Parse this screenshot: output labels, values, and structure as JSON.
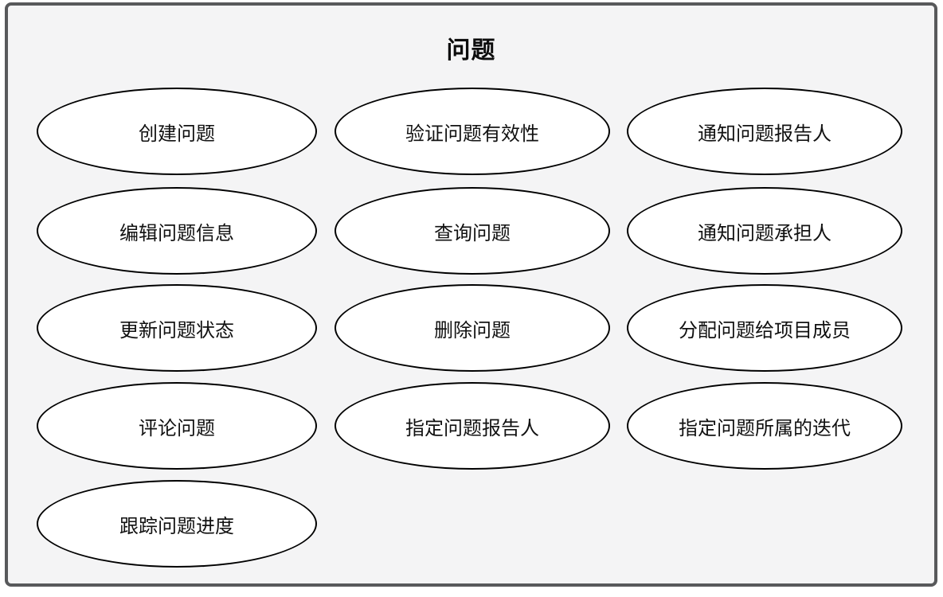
{
  "title": "问题",
  "colors": {
    "frame_border": "#58595b",
    "canvas_background": "#f4f4f5",
    "ellipse_fill": "#ffffff",
    "ellipse_stroke": "#000000",
    "text": "#111111"
  },
  "usecases": [
    "创建问题",
    "验证问题有效性",
    "通知问题报告人",
    "编辑问题信息",
    "查询问题",
    "通知问题承担人",
    "更新问题状态",
    "删除问题",
    "分配问题给项目成员",
    "评论问题",
    "指定问题报告人",
    "指定问题所属的迭代",
    "跟踪问题进度"
  ]
}
